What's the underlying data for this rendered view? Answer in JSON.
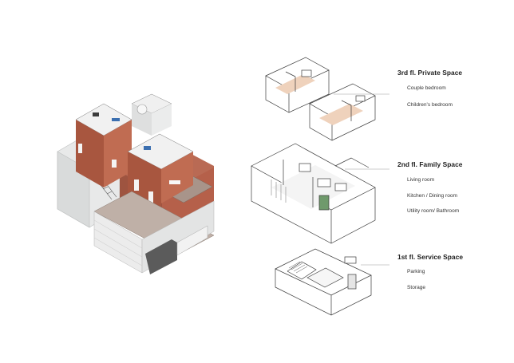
{
  "sections": [
    {
      "title": "3rd fl. Private Space",
      "items": [
        "Couple bedroom",
        "Children's bedroom"
      ]
    },
    {
      "title": "2nd fl. Family Space",
      "items": [
        "Living room",
        "Kitchen / Dining room",
        "Utility room/  Bathroom"
      ]
    },
    {
      "title": "1st fl. Service Space",
      "items": [
        "Parking",
        "Storage"
      ]
    }
  ],
  "colors": {
    "brick": "#b5604a",
    "brick_dark": "#8f4836",
    "concrete": "#e9eaea",
    "concrete_shade": "#cfd1d1",
    "deck": "#a8948a",
    "line": "#3a3a3a",
    "floor_tint": "#e6c2a6",
    "leader": "#9a9a9a"
  }
}
